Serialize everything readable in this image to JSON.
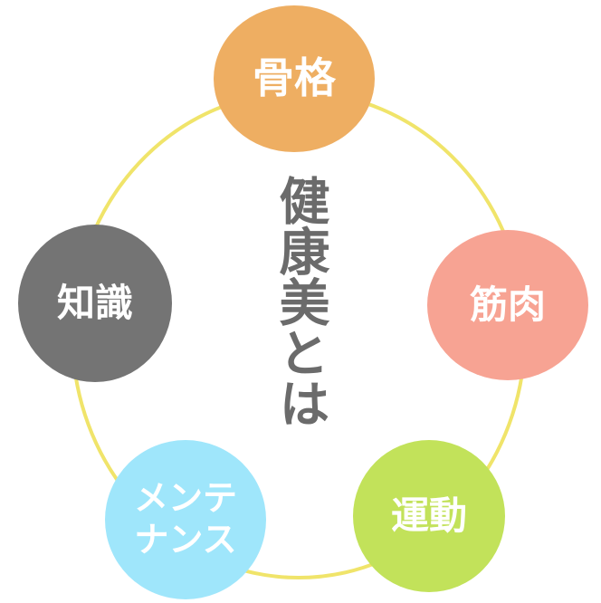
{
  "center": {
    "title": "健康美とは"
  },
  "ring": {
    "color": "#f0e46a"
  },
  "nodes": [
    {
      "id": "bone",
      "label": "骨格",
      "color": "#eeae62"
    },
    {
      "id": "muscle",
      "label": "筋肉",
      "color": "#f7a393"
    },
    {
      "id": "exer",
      "label": "運動",
      "color": "#c2e25a"
    },
    {
      "id": "maint",
      "label": "メンテナンス",
      "color": "#9fe6fb"
    },
    {
      "id": "know",
      "label": "知識",
      "color": "#747474"
    }
  ]
}
